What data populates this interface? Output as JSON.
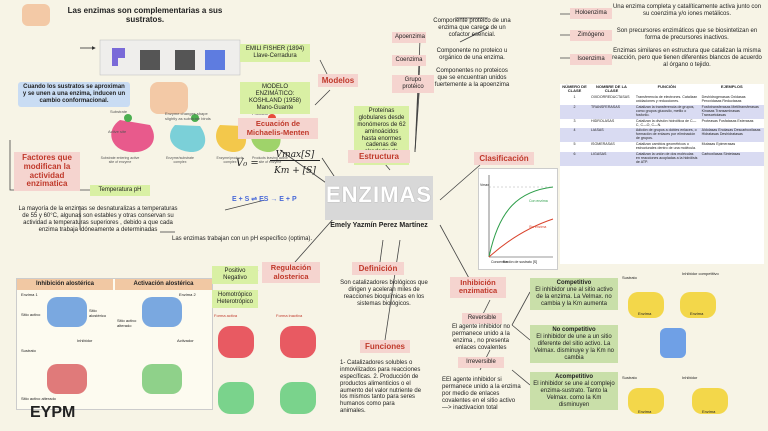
{
  "center": {
    "title": "ENZIMAS",
    "author": "Emely Yazmín Perez Martínez"
  },
  "signature": "EYPM",
  "intro": {
    "heading": "Las enzimas son complementarias a sus sustratos.",
    "note": "Cuando los sustratos se aproximan y se unen a una enzima, inducen un cambio conformacional."
  },
  "models": {
    "label": "Modelos",
    "fisher": "EMILI FISHER (1894) Llave-Cerradura",
    "koshland": "MODELO ENZIMÁTICO: KOSHLAND (1958) Mano-Guante"
  },
  "figure_labels": {
    "substrate": "Substrate",
    "active_site": "Active site",
    "enzyme_change": "Enzyme changes shape slightly as substrate binds",
    "products": "Products",
    "step1": "Substrate entering active site of enzyme",
    "step2": "Enzyme/substrate complex",
    "step3": "Enzyme/products complex",
    "step4": "Products leaving active site of enzyme"
  },
  "structure": {
    "label": "Estructura",
    "apoenzima": "Apoenzima",
    "coenzima": "Coenzima",
    "grupo": "Grupo protéico",
    "proteins": "Proteínas globulares desde monómeros de 62 aminoácidos hasta enormes cadenas de alrededor de 2500.",
    "apo_desc": "Componente protéico de una enzima que carece de un cofactor esencial.",
    "co_desc": "Componente no proteico u orgánico de una enzima.",
    "grupo_desc": "Componentes no proteicos que se encuentran unidos fuertemente a la apoenzima"
  },
  "holo": {
    "holoenzima": "Holoenzima",
    "holo_desc": "Una enzima completa y catalíticamente activa junto con su coenzima y/o iones metálicos.",
    "zimogeno": "Zimógeno",
    "zim_desc": "Son precursores enzimáticos que se biosintetizan en forma de precursores inactivos.",
    "isoenzima": "Isoenzima",
    "iso_desc": "Enzimas similares en estructura que catalizan la misma reacción, pero que tienen diferentes blancos de acuerdo al órgano o tejido."
  },
  "michaelis": {
    "label": "Ecuación de Michaelis-Menten",
    "v0": "V₀ =",
    "num": "Vmax[S]",
    "den": "Km + [S]",
    "eq": "E + S ⇌ ES → E + P"
  },
  "factors": {
    "label": "Factores que modifican la actividad enzimatica",
    "temperature": "Temperatura",
    "ph": "pH",
    "temp_desc": "La mayoría de la enzimas se desnaturalizas a temperaturas de 55 y 60°C, algunas son estables y otras conservan su actividad a temperaturas superiores , debido a que cada enzima trabaja idóneamente a determinadas",
    "ph_desc": "Las enzimas trabajan con un pH específico (optima)."
  },
  "allosteric_fig": {
    "inhib_title": "Inhibición alostérica",
    "activ_title": "Activación alostérica",
    "enzyme1": "Enzima 1",
    "enzyme2": "Enzima 2",
    "allosteric_site": "Sitio alostérico",
    "active_site": "Sitio activo",
    "inhibitor": "Inhibidor",
    "activator": "Activador",
    "substrate": "Sustrato",
    "inactive_site": "Sitio activo alterado",
    "active_site_b": "Sitio activo alterado"
  },
  "regulation": {
    "label": "Regulación alosterica",
    "positive": "Positivo",
    "negative": "Negativo",
    "homo": "Homotrópico",
    "hetero": "Heterotrópico",
    "forma_activa": "Forma activa",
    "forma_inactiva": "Forma inactiva"
  },
  "definition": {
    "label": "Definición",
    "text": "Son catalizadores biológicos que dirigen y aceleran miles de reacciones bioquímicas en los sistemas biológicos."
  },
  "functions": {
    "label": "Funciones",
    "text": "1- Catalizadores solubles o inmovilizados para reacciones específicas. 2. Producción de productos alimenticios o el aumento del valor nutriente de los mismos tanto para seres humanos como para animales."
  },
  "classification": {
    "label": "Clasificación",
    "headers": [
      "NÚMERO DE CLASE",
      "NOMBRE DE LA CLASE",
      "FUNCIÓN",
      "EJEMPLOS"
    ],
    "rows": [
      [
        "1",
        "OXIDORREDUCTASAS",
        "Transferencia de electrones. Catalizan oxidaciones y reducciones.",
        "Deshidrogenasas Oxidasas Peroxidasas Reductasas"
      ],
      [
        "2",
        "TRANSFERASAS",
        "Catalizan la transferencia de grupos, como grupos glucosilo, metilo o fosforilo.",
        "Fosfotransferasas Metiltransferasas Kinasas Transaminasas Transcetolasas"
      ],
      [
        "3",
        "HIDROLASAS",
        "Catalizan la división hidrolítica de C—C, C—O, C—N.",
        "Proteasas Fosfatasas Esterasas"
      ],
      [
        "4",
        "LIASAS",
        "Adición de grupos a dobles enlaces, o formación de enlaces por eliminación de grupos.",
        "Aldolasas Enolasas Descarboxilasas Hidratasas Deshidratasas"
      ],
      [
        "5",
        "ISOMERASAS",
        "Catalizan cambios geométricos o estructurales dentro de una molécula.",
        "Mutasas Epimerasas"
      ],
      [
        "6",
        "LIGASAS",
        "Catalizan la unión de dos moléculas en reacciones acopladas a la hidrólisis de ATP.",
        "Carboxilasas Sintetasas"
      ]
    ]
  },
  "graph_labels": {
    "sin_enzima": "Sin enzima",
    "con_enzima": "Con enzima",
    "xlabel": "Concentración de sustrato [S]",
    "km": "Km",
    "vmax": "Vmax"
  },
  "inhibition": {
    "label": "Inhibición enzimatica",
    "reversible": "Reversible",
    "rev_desc": "El agente inhibidor no permanece unido a la enzima , no presenta enlaces covalentes",
    "irreversible": "Irreversible",
    "irrev_desc": "EEl agente inhibidor si permanece unido a la enzima por medio de enlaces covalentes en el sitio activo —> inactivacion total",
    "competitive_title": "Competitivo",
    "competitive": "El inhibidor une al sitio activo de la enzima. La Velmax. no cambia y la Km aumenta",
    "noncompetitive_title": "No competitivo",
    "noncompetitive": "El inhibidor de une a un sitio diferente del sitio activo. La Velmax. disminuye y la Km no cambia",
    "acompetitive_title": "Acompetitivo",
    "acompetitive": "El inhibidor se une al complejo enzima-sustrato. Tanto la Velmax. como la Km disminuyen"
  },
  "inhib_fig": {
    "sustrato": "Sustrato",
    "inhibidor_comp": "Inhibidor competitivo",
    "enzima": "Enzima",
    "inhibidor": "Inhibidor"
  }
}
